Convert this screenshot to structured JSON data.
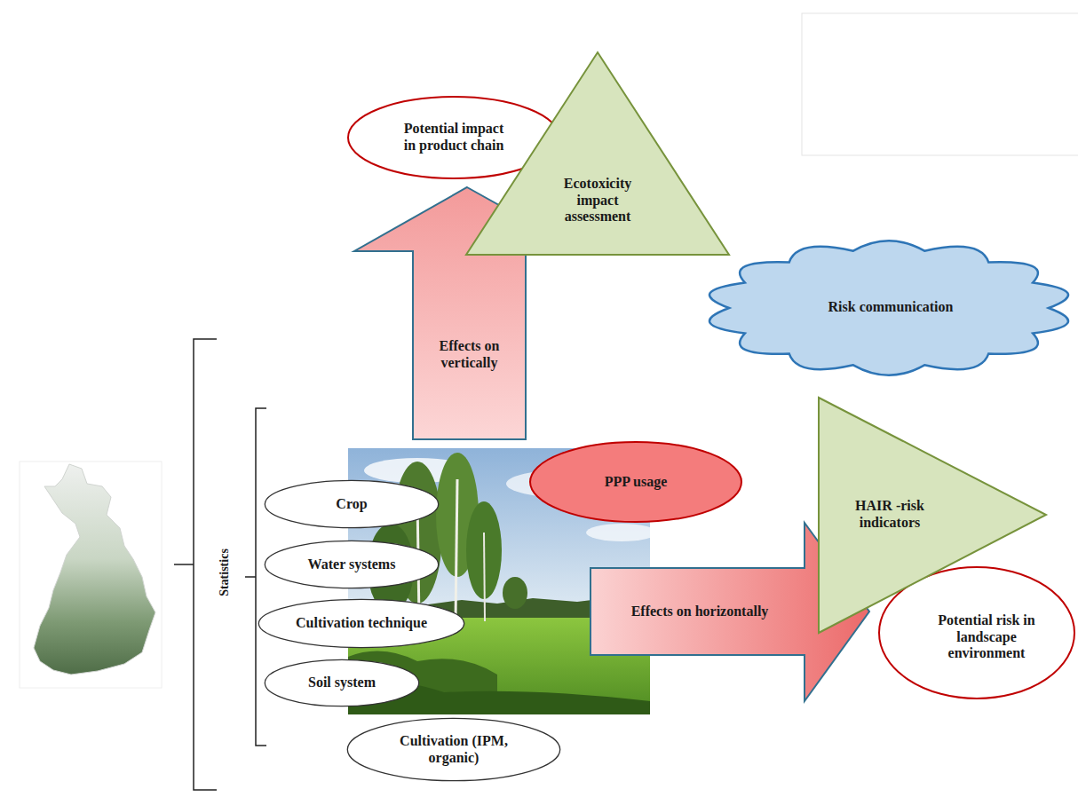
{
  "diagram": {
    "nodes": [
      {
        "text": [
          "Potential impact in product chain"
        ]
      },
      {
        "text": [
          "Ecotoxicity impact assessment"
        ]
      },
      {
        "text": [
          "Effects on vertically"
        ]
      },
      {
        "text": [
          "Risk communication"
        ]
      },
      {
        "text": [
          "PPP usage"
        ]
      },
      {
        "text": [
          "HAIR -risk indicators"
        ]
      },
      {
        "text": [
          "Crop"
        ]
      },
      {
        "text": [
          "Water systems"
        ]
      },
      {
        "text": [
          "Cultivation technique"
        ]
      },
      {
        "text": [
          "Effects on horizontally"
        ]
      },
      {
        "text": [
          "Potential risk in landscape environment"
        ]
      },
      {
        "text": [
          "Soil system"
        ]
      },
      {
        "text": [
          "Cultivation (IPM, organic)"
        ]
      }
    ],
    "labels": [
      "Statistics"
    ]
  }
}
